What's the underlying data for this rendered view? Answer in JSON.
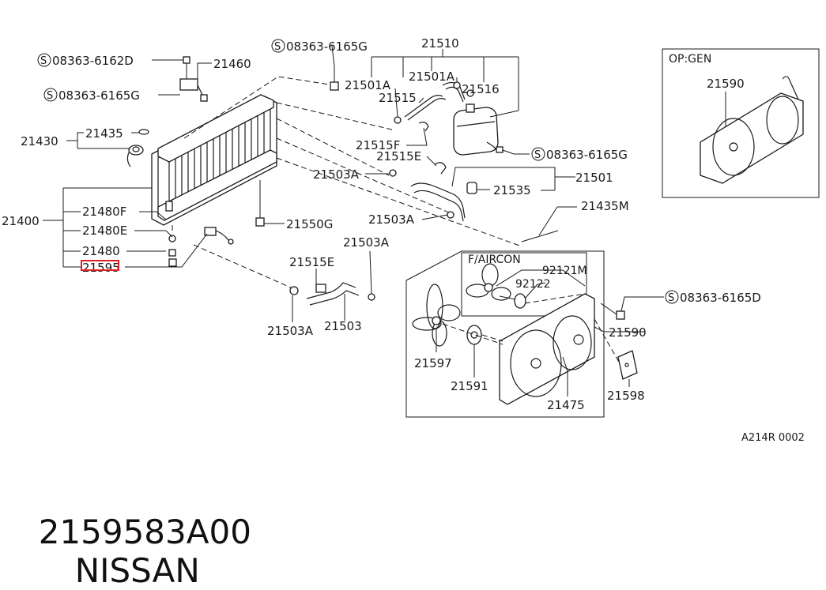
{
  "diagram": {
    "labels": {
      "p21400": "21400",
      "p21430": "21430",
      "p21435": "21435",
      "p21460": "21460",
      "p21480f": "21480F",
      "p21480e": "21480E",
      "p21480": "21480",
      "p21595": "21595",
      "p21510": "21510",
      "p21501a_1": "21501A",
      "p21501a_2": "21501A",
      "p21515": "21515",
      "p21516": "21516",
      "p21515f": "21515F",
      "p21515e_1": "21515E",
      "p21515e_2": "21515E",
      "p21503a_1": "21503A",
      "p21503a_2": "21503A",
      "p21503a_3": "21503A",
      "p21503a_4": "21503A",
      "p21503": "21503",
      "p21501": "21501",
      "p21535": "21535",
      "p21550g": "21550G",
      "p21435m": "21435M",
      "faircon": "F/AIRCON",
      "p92121m": "92121M",
      "p92122": "92122",
      "p21590_main": "21590",
      "p21597": "21597",
      "p21591": "21591",
      "p21475": "21475",
      "p21598": "21598",
      "opgen": "OP:GEN",
      "p21590_opt": "21590"
    },
    "bolts": {
      "b1": "08363-6162D",
      "b2": "08363-6165G",
      "b3": "08363-6165G",
      "b4": "08363-6165G",
      "b5": "08363-6165D"
    },
    "bolt_symbol": "S",
    "diagram_code": "A214R 0002",
    "highlight_color": "#e02020"
  },
  "footer": {
    "part_number": "2159583A00",
    "brand": "NISSAN"
  }
}
